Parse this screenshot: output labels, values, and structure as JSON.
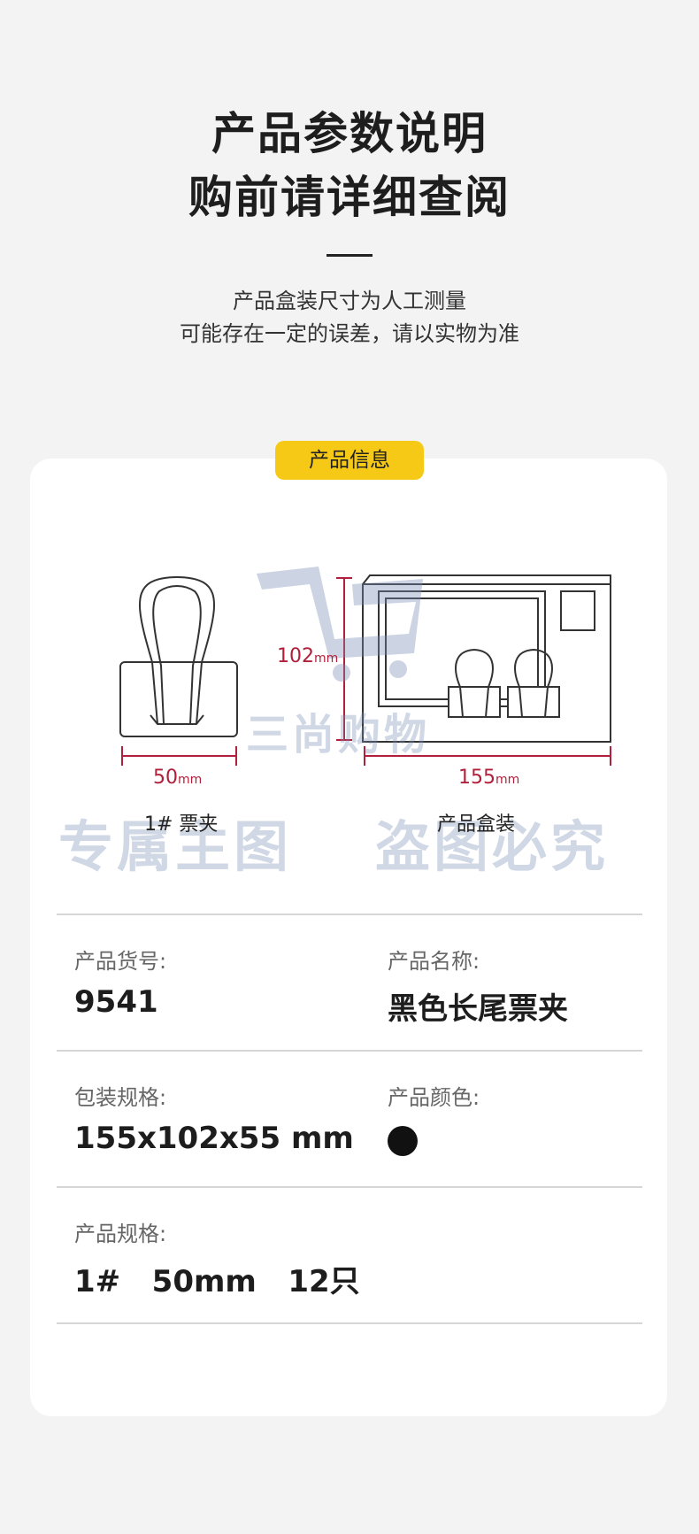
{
  "header": {
    "title_line1": "产品参数说明",
    "title_line2": "购前请详细查阅",
    "subtitle_line1": "产品盒装尺寸为人工测量",
    "subtitle_line2": "可能存在一定的误差，请以实物为准"
  },
  "section_badge": "产品信息",
  "diagram": {
    "clip_width": "50",
    "clip_width_unit": "mm",
    "box_height": "102",
    "box_height_unit": "mm",
    "box_width": "155",
    "box_width_unit": "mm",
    "clip_caption": "1# 票夹",
    "box_caption": "产品盒装"
  },
  "watermark": {
    "brand": "三尚购物",
    "left": "专属主图",
    "right": "盗图必究"
  },
  "specs": {
    "item_no_label": "产品货号:",
    "item_no_value": "9541",
    "name_label": "产品名称:",
    "name_value": "黑色长尾票夹",
    "package_label": "包装规格:",
    "package_value": "155x102x55 mm",
    "color_label": "产品颜色:",
    "color_hex": "#111111",
    "spec_label": "产品规格:",
    "spec_value": "1#   50mm   12只"
  },
  "colors": {
    "background": "#f3f3f3",
    "card": "#ffffff",
    "badge": "#f7c917",
    "dimension": "#b0203a"
  }
}
